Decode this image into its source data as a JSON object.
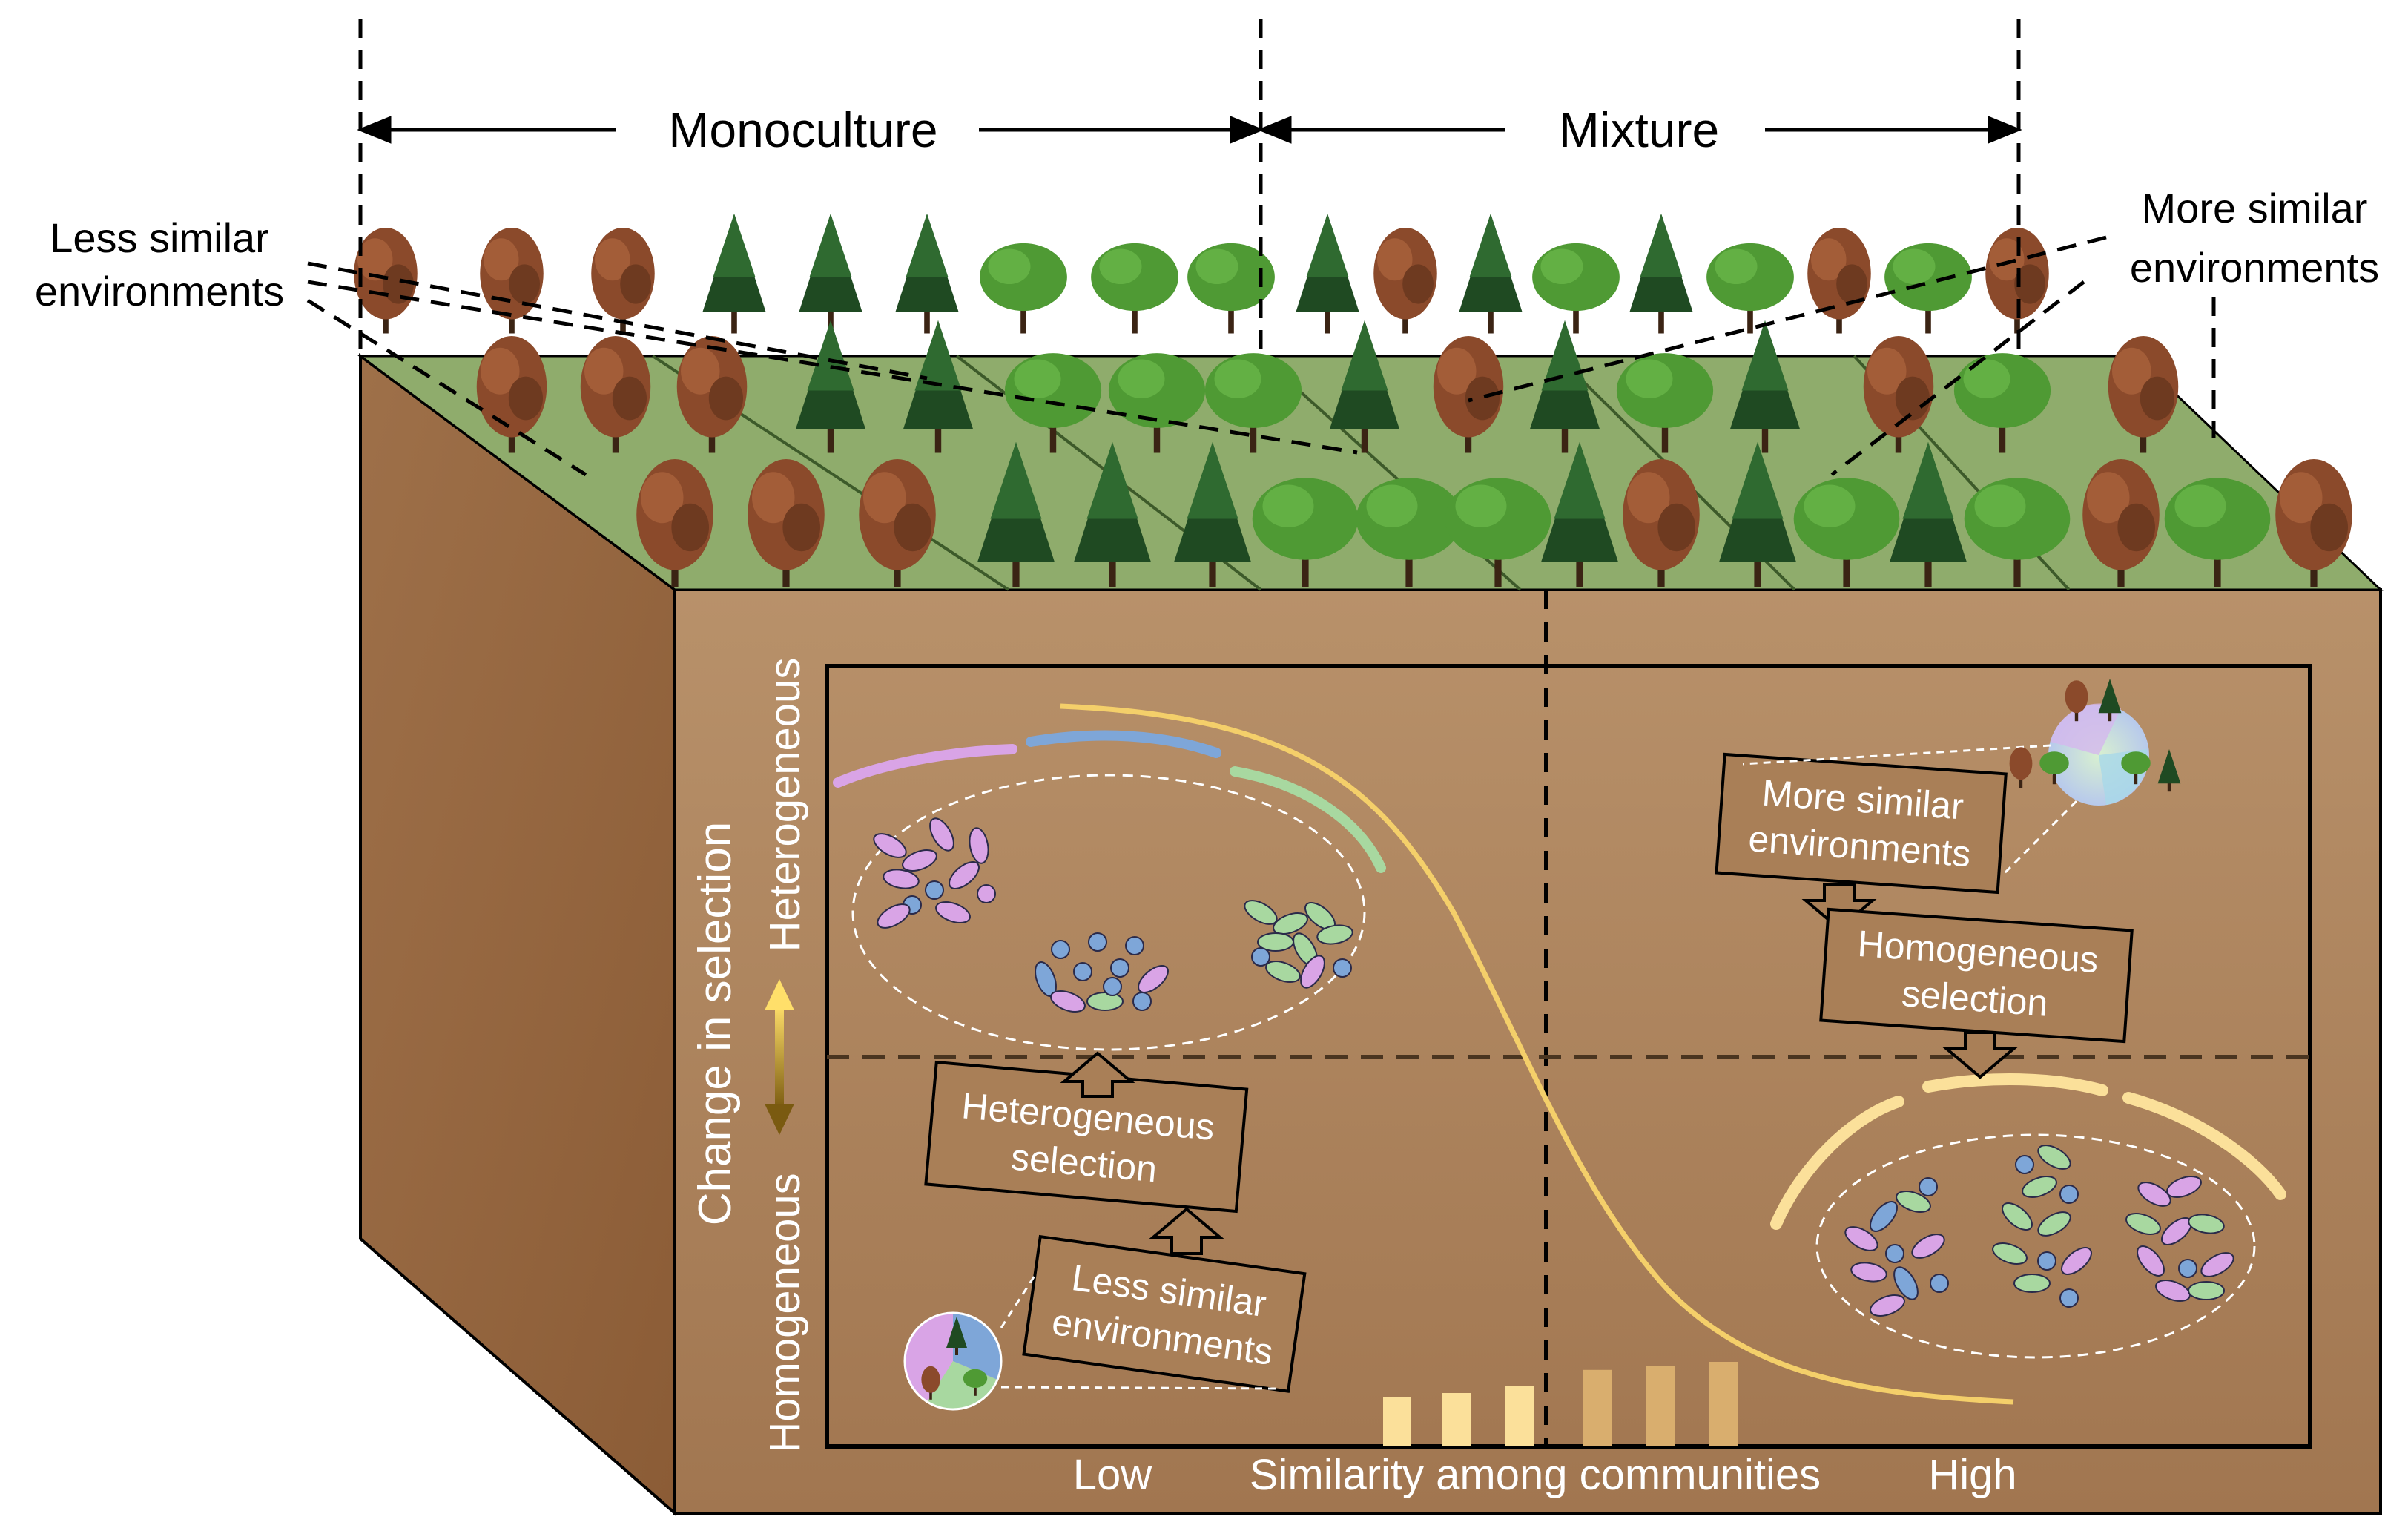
{
  "top": {
    "monoculture_label": "Monoculture",
    "mixture_label": "Mixture",
    "left_env_line1": "Less similar",
    "left_env_line2": "environments",
    "right_env_line1": "More similar",
    "right_env_line2": "environments"
  },
  "axis": {
    "vertical_title": "Change in selection",
    "vertical_top": "Heterogeneous",
    "vertical_bottom": "Homogeneous",
    "bottom_low": "Low",
    "bottom_title": "Similarity among communities",
    "bottom_high": "High"
  },
  "boxes": {
    "hetero_sel_line1": "Heterogeneous",
    "hetero_sel_line2": "selection",
    "less_env_line1": "Less similar",
    "less_env_line2": "environments",
    "more_env_line1": "More similar",
    "more_env_line2": "environments",
    "homo_sel_line1": "Homogeneous",
    "homo_sel_line2": "selection"
  },
  "colors": {
    "sky": "#ffffff",
    "soil_front": "#a57c58",
    "soil_side": "#93653f",
    "grass": "#8aa86a",
    "broadleaf": "#4f9a34",
    "conifer": "#2a5a2a",
    "brown_tree": "#8b4a2b",
    "curve": "#f4cf6a",
    "pink": "#d9a4e6",
    "blue": "#7ea6d8",
    "green": "#a8d8a0",
    "yellow": "#fbe09a"
  },
  "similarity_bars": [
    0.55,
    0.6,
    0.68,
    0.86,
    0.9,
    0.95
  ]
}
